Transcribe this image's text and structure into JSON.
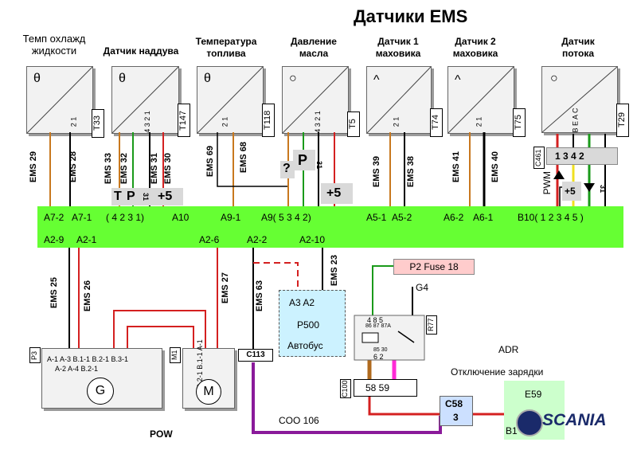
{
  "title": "Датчики EMS",
  "sensors": [
    {
      "label_l1": "Темп охлажд",
      "label_l2": "жидкости",
      "code": "T33",
      "symbol": "θ",
      "pins": "2  1"
    },
    {
      "label_l1": "Датчик наддува",
      "label_l2": "",
      "code": "T147",
      "symbol": "θ",
      "pins": "4  3  2  1"
    },
    {
      "label_l1": "Температура",
      "label_l2": "топлива",
      "code": "T118",
      "symbol": "θ",
      "pins": "2  1"
    },
    {
      "label_l1": "Давление",
      "label_l2": "масла",
      "code": "T5",
      "symbol": "○",
      "pins": "4  3  2  1"
    },
    {
      "label_l1": "Датчик 1",
      "label_l2": "маховика",
      "code": "T74",
      "symbol": "^",
      "pins": "2  1"
    },
    {
      "label_l1": "Датчик 2",
      "label_l2": "маховика",
      "code": "T75",
      "symbol": "^",
      "pins": "2  1"
    },
    {
      "label_l1": "Датчик",
      "label_l2": "потока",
      "code": "T29",
      "symbol": "○",
      "pins": "B  E  A  C"
    }
  ],
  "wires_top": [
    {
      "label": "EMS 29"
    },
    {
      "label": "EMS 28"
    },
    {
      "label": "EMS 33"
    },
    {
      "label": "EMS 32"
    },
    {
      "label": "EMS 31"
    },
    {
      "label": "EMS 30"
    },
    {
      "label": "EMS 69"
    },
    {
      "label": "EMS 68"
    },
    {
      "label": "EMS 39"
    },
    {
      "label": "EMS 38"
    },
    {
      "label": "EMS 41"
    },
    {
      "label": "EMS 40"
    }
  ],
  "pressure_marks": {
    "q": "?",
    "p": "P",
    "n31": "31",
    "plus5": "+5"
  },
  "boost_marks": {
    "t": "T",
    "p": "P",
    "n31": "31",
    "plus5": "+5"
  },
  "flow": {
    "connector": "C461",
    "pins": "1  3  4  2",
    "pwm": "PWM",
    "plus5": "+5",
    "n31": "31"
  },
  "bar": {
    "top_row": [
      {
        "t": "A7-2"
      },
      {
        "t": "A7-1"
      },
      {
        "t": "( 4   2   3   1)"
      },
      {
        "t": "A10"
      },
      {
        "t": "A9-1"
      },
      {
        "t": "A9( 5   3   4   2)"
      },
      {
        "t": "A5-1"
      },
      {
        "t": "A5-2"
      },
      {
        "t": "A6-2"
      },
      {
        "t": "A6-1"
      },
      {
        "t": "B10( 1   2   3   4   5 )"
      }
    ],
    "bottom_row": [
      {
        "t": "A2-9"
      },
      {
        "t": "A2-1"
      },
      {
        "t": "A2-6"
      },
      {
        "t": "A2-2"
      },
      {
        "t": "A2-10"
      }
    ]
  },
  "wires_bottom": [
    {
      "label": "EMS 25"
    },
    {
      "label": "EMS 26"
    },
    {
      "label": "EMS 27"
    },
    {
      "label": "EMS 63"
    },
    {
      "label": "EMS 23"
    }
  ],
  "generator": {
    "code": "P3",
    "symbol": "G",
    "pins_top": "A-1   A-3   B.1-1  B.2-1  B.3-1",
    "pins_bot": "A-2   A-4   B.2-1"
  },
  "motor": {
    "code": "M1",
    "symbol": "M",
    "pins": "B.2-1  B.1-1  A-1"
  },
  "p500": {
    "l1": "A3  A2",
    "l2": "P500",
    "l3": "Автобус"
  },
  "relay": {
    "code": "R77",
    "fuse": "P2 Fuse 18",
    "g4": "G4",
    "pins_top": "4    8    5",
    "pins_top2": "86   87   87A",
    "pins_bot": "85   30",
    "pins_bot2": "6     2"
  },
  "c100": {
    "code": "C100",
    "pins": "58  59"
  },
  "c113": "C113",
  "c58": {
    "l1": "C58",
    "l2": "3"
  },
  "pow": "POW",
  "coo": "COO 106",
  "adr": "ADR",
  "charging_off": "Отключение зарядки",
  "e59": {
    "l1": "E59",
    "l2": "B1"
  },
  "brand": "SCANIA"
}
